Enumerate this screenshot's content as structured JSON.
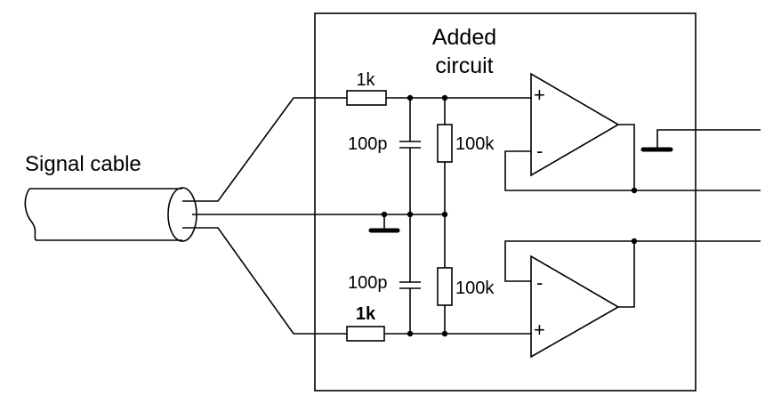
{
  "labels": {
    "title_line1": "Added",
    "title_line2": "circuit",
    "signal_cable": "Signal cable",
    "r_top": "1k",
    "r_bottom": "1k",
    "c_top": "100p",
    "c_bottom": "100p",
    "r_shunt_top": "100k",
    "r_shunt_bottom": "100k",
    "opamp_top_plus": "+",
    "opamp_top_minus": "-",
    "opamp_bottom_minus": "-",
    "opamp_bottom_plus": "+"
  }
}
